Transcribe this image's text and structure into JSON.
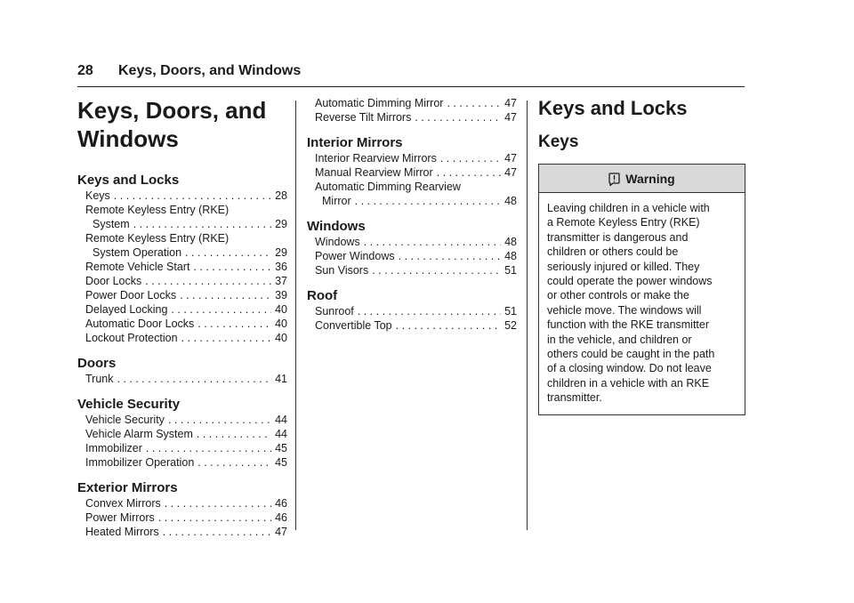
{
  "header": {
    "page_number": "28",
    "title": "Keys, Doors, and Windows"
  },
  "chapter_title_line1": "Keys, Doors, and",
  "chapter_title_line2": "Windows",
  "toc": {
    "keys_and_locks": {
      "title": "Keys and Locks",
      "items": [
        {
          "label": "Keys",
          "page": "28"
        },
        {
          "label": "Remote Keyless Entry (RKE)",
          "label2": "System",
          "page": "29"
        },
        {
          "label": "Remote Keyless Entry (RKE)",
          "label2": "System Operation",
          "page": "29"
        },
        {
          "label": "Remote Vehicle Start",
          "page": "36"
        },
        {
          "label": "Door Locks",
          "page": "37"
        },
        {
          "label": "Power Door Locks",
          "page": "39"
        },
        {
          "label": "Delayed Locking",
          "page": "40"
        },
        {
          "label": "Automatic Door Locks",
          "page": "40"
        },
        {
          "label": "Lockout Protection",
          "page": "40"
        }
      ]
    },
    "doors": {
      "title": "Doors",
      "items": [
        {
          "label": "Trunk",
          "page": "41"
        }
      ]
    },
    "vehicle_security": {
      "title": "Vehicle Security",
      "items": [
        {
          "label": "Vehicle Security",
          "page": "44"
        },
        {
          "label": "Vehicle Alarm System",
          "page": "44"
        },
        {
          "label": "Immobilizer",
          "page": "45"
        },
        {
          "label": "Immobilizer Operation",
          "page": "45"
        }
      ]
    },
    "exterior_mirrors": {
      "title": "Exterior Mirrors",
      "items": [
        {
          "label": "Convex Mirrors",
          "page": "46"
        },
        {
          "label": "Power Mirrors",
          "page": "46"
        },
        {
          "label": "Heated Mirrors",
          "page": "47"
        },
        {
          "label": "Automatic Dimming Mirror",
          "page": "47"
        },
        {
          "label": "Reverse Tilt Mirrors",
          "page": "47"
        }
      ]
    },
    "interior_mirrors": {
      "title": "Interior Mirrors",
      "items": [
        {
          "label": "Interior Rearview Mirrors",
          "page": "47"
        },
        {
          "label": "Manual Rearview Mirror",
          "page": "47"
        },
        {
          "label": "Automatic Dimming Rearview",
          "label2": "Mirror",
          "page": "48"
        }
      ]
    },
    "windows": {
      "title": "Windows",
      "items": [
        {
          "label": "Windows",
          "page": "48"
        },
        {
          "label": "Power Windows",
          "page": "48"
        },
        {
          "label": "Sun Visors",
          "page": "51"
        }
      ]
    },
    "roof": {
      "title": "Roof",
      "items": [
        {
          "label": "Sunroof",
          "page": "51"
        },
        {
          "label": "Convertible Top",
          "page": "52"
        }
      ]
    }
  },
  "section": {
    "title": "Keys and Locks",
    "subtitle": "Keys"
  },
  "warning": {
    "title": "Warning",
    "icon": "warning-icon",
    "lines": [
      "Leaving children in a vehicle with",
      "a Remote Keyless Entry (RKE)",
      "transmitter is dangerous and",
      "children or others could be",
      "seriously injured or killed. They",
      "could operate the power windows",
      "or other controls or make the",
      "vehicle move. The windows will",
      "function with the RKE transmitter",
      "in the vehicle, and children or",
      "others could be caught in the path",
      "of a closing window. Do not leave",
      "children in a vehicle with an RKE",
      "transmitter."
    ]
  }
}
